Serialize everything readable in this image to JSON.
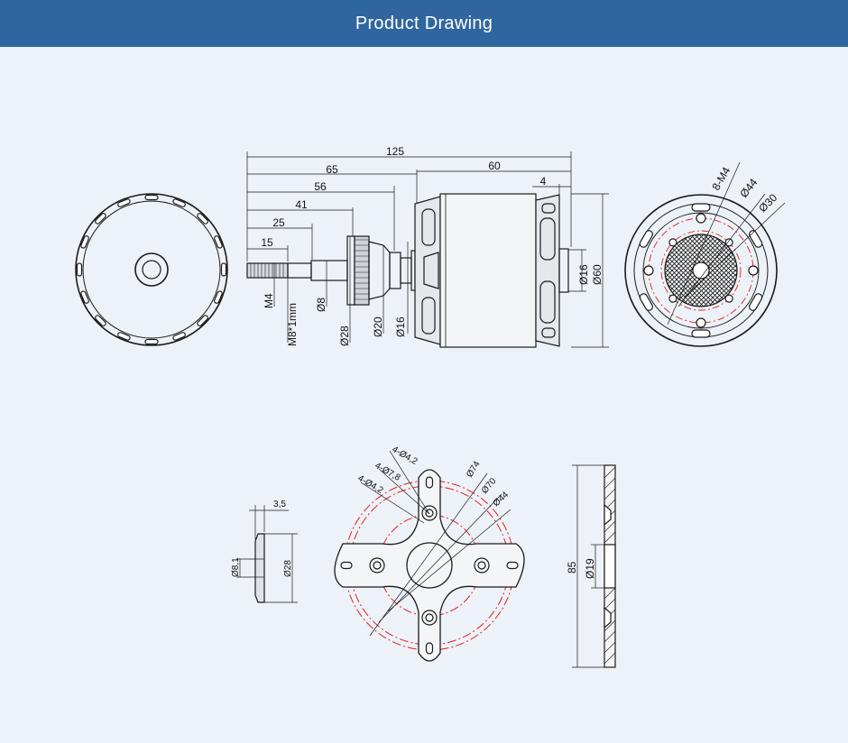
{
  "header": {
    "title": "Product Drawing"
  },
  "colors": {
    "header_bg": "#2f66a0",
    "page_bg": "#edf2f8",
    "line": "#1a1a1a",
    "center_line": "#e02020"
  },
  "side_view": {
    "lengths": [
      "125",
      "65",
      "60",
      "56",
      "41",
      "25",
      "15",
      "4"
    ],
    "diameters": [
      "M4",
      "M8*1mm",
      "Ø8",
      "Ø28",
      "Ø20",
      "Ø16",
      "Ø16",
      "Ø60"
    ]
  },
  "end_view": {
    "labels": [
      "8-M4",
      "Ø44",
      "Ø30"
    ]
  },
  "mount": {
    "labels": [
      "4-Ø4,2",
      "4-Ø7,8",
      "4-Ø4,2",
      "Ø74",
      "Ø70",
      "Ø44"
    ]
  },
  "washer": {
    "labels": [
      "3,5",
      "Ø8,1",
      "Ø28"
    ]
  },
  "mount_side": {
    "labels": [
      "85",
      "Ø19"
    ]
  }
}
